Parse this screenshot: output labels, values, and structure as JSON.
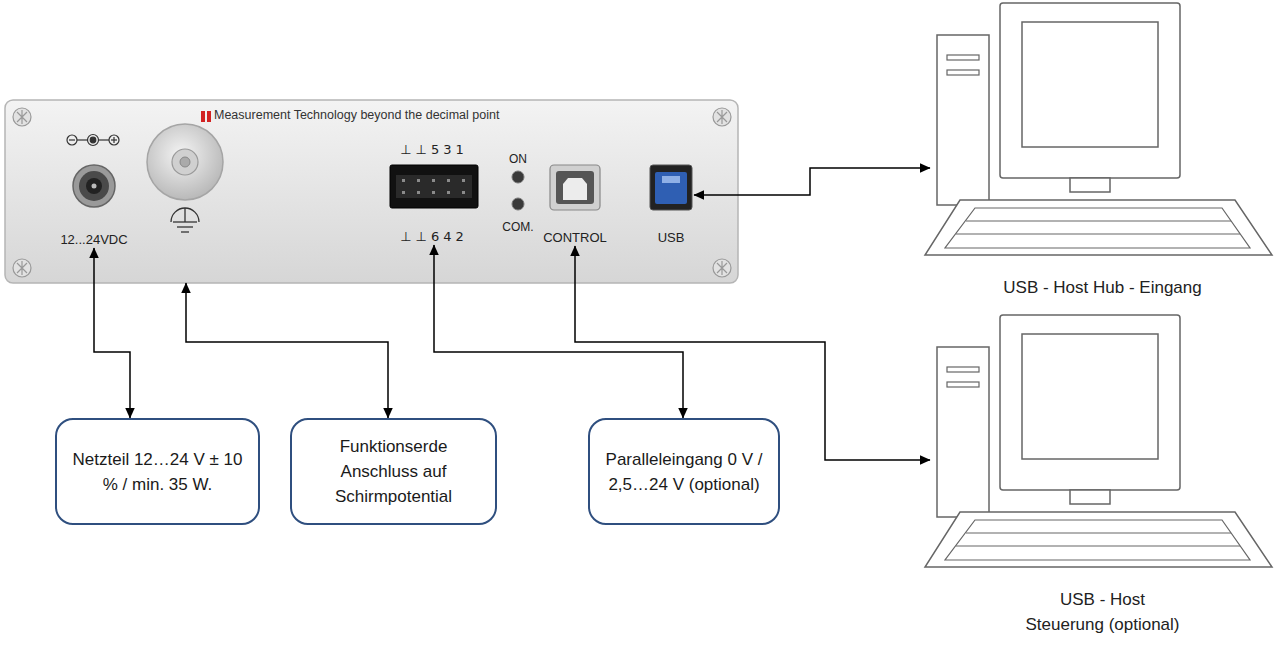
{
  "diagram": {
    "nodes": [
      {
        "text": [
          "Measurement Technology beyond the decimal point"
        ]
      },
      {
        "text": [
          "12...24VDC"
        ],
        "in": 0
      },
      {
        "text": [
          "⊥⊥531",
          "⊥⊥642"
        ],
        "in": 0
      },
      {
        "text": [
          "CONTROL"
        ],
        "in": 0
      },
      {
        "text": [
          "USB"
        ],
        "in": 0
      },
      {
        "text": [
          "USB - Host Hub - Eingang"
        ]
      },
      {
        "text": [
          "USB - Host Steuerung (optional)"
        ]
      },
      {
        "text": [
          "Netzteil 12…24 V ± 10 % / min. 35 W."
        ]
      },
      {
        "text": [
          "Funktionserde Anschluss auf Schirmpotential"
        ]
      },
      {
        "text": [
          "Paralleleingang 0 V / 2,5…24 V (optional)"
        ]
      }
    ],
    "edges": [
      {
        "from": 4,
        "to": 5,
        "arrow": "both"
      },
      {
        "from": 3,
        "to": 6,
        "arrow": "both"
      },
      {
        "from": 1,
        "to": 7,
        "arrow": "both"
      },
      {
        "from": 0,
        "to": 8,
        "arrow": "both"
      },
      {
        "from": 2,
        "to": 9,
        "arrow": "both"
      }
    ],
    "labels": [
      "ON",
      "COM."
    ]
  }
}
